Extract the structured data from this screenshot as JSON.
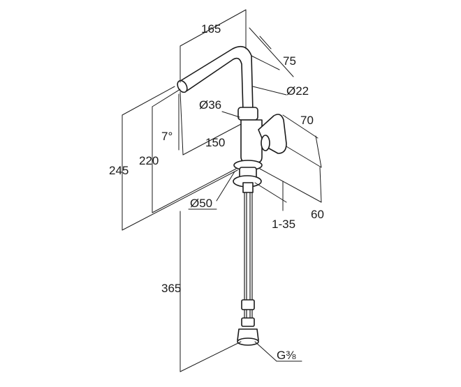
{
  "dimensions": {
    "spout_reach": "165",
    "spout_height_offset": "75",
    "spout_diameter": "Ø22",
    "body_diameter": "Ø36",
    "handle_offset": "70",
    "tilt_angle": "7°",
    "spout_length": "150",
    "outlet_height": "220",
    "total_height": "245",
    "base_diameter": "Ø50",
    "deck_thickness": "1-35",
    "base_height": "60",
    "hose_length": "365",
    "thread_size": "G⅜"
  },
  "colors": {
    "line": "#1a1a1a",
    "background": "#ffffff"
  }
}
